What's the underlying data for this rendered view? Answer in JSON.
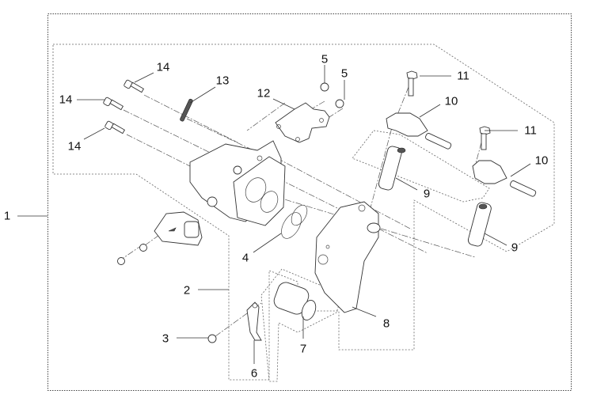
{
  "diagram": {
    "title": "Throttle body and fuel injector assembly exploded view",
    "callouts": [
      {
        "id": "c1",
        "label": "1",
        "part": "throttle-body-assembly"
      },
      {
        "id": "c2",
        "label": "2",
        "part": "throttle-position-sensor-kit"
      },
      {
        "id": "c3",
        "label": "3",
        "part": "screw"
      },
      {
        "id": "c4",
        "label": "4",
        "part": "gasket"
      },
      {
        "id": "c5a",
        "label": "5",
        "part": "bolt"
      },
      {
        "id": "c5b",
        "label": "5",
        "part": "bolt"
      },
      {
        "id": "c6",
        "label": "6",
        "part": "bracket-clip"
      },
      {
        "id": "c7",
        "label": "7",
        "part": "idle-air-control-valve"
      },
      {
        "id": "c8",
        "label": "8",
        "part": "intake-manifold-adapter"
      },
      {
        "id": "c9a",
        "label": "9",
        "part": "fuel-injector"
      },
      {
        "id": "c9b",
        "label": "9",
        "part": "fuel-injector"
      },
      {
        "id": "c10a",
        "label": "10",
        "part": "fuel-rail-cap"
      },
      {
        "id": "c10b",
        "label": "10",
        "part": "fuel-rail-cap"
      },
      {
        "id": "c11a",
        "label": "11",
        "part": "flange-bolt"
      },
      {
        "id": "c11b",
        "label": "11",
        "part": "flange-bolt"
      },
      {
        "id": "c12",
        "label": "12",
        "part": "throttle-bracket"
      },
      {
        "id": "c13",
        "label": "13",
        "part": "spring"
      },
      {
        "id": "c14a",
        "label": "14",
        "part": "socket-screw"
      },
      {
        "id": "c14b",
        "label": "14",
        "part": "socket-screw"
      },
      {
        "id": "c14c",
        "label": "14",
        "part": "socket-screw"
      }
    ]
  }
}
